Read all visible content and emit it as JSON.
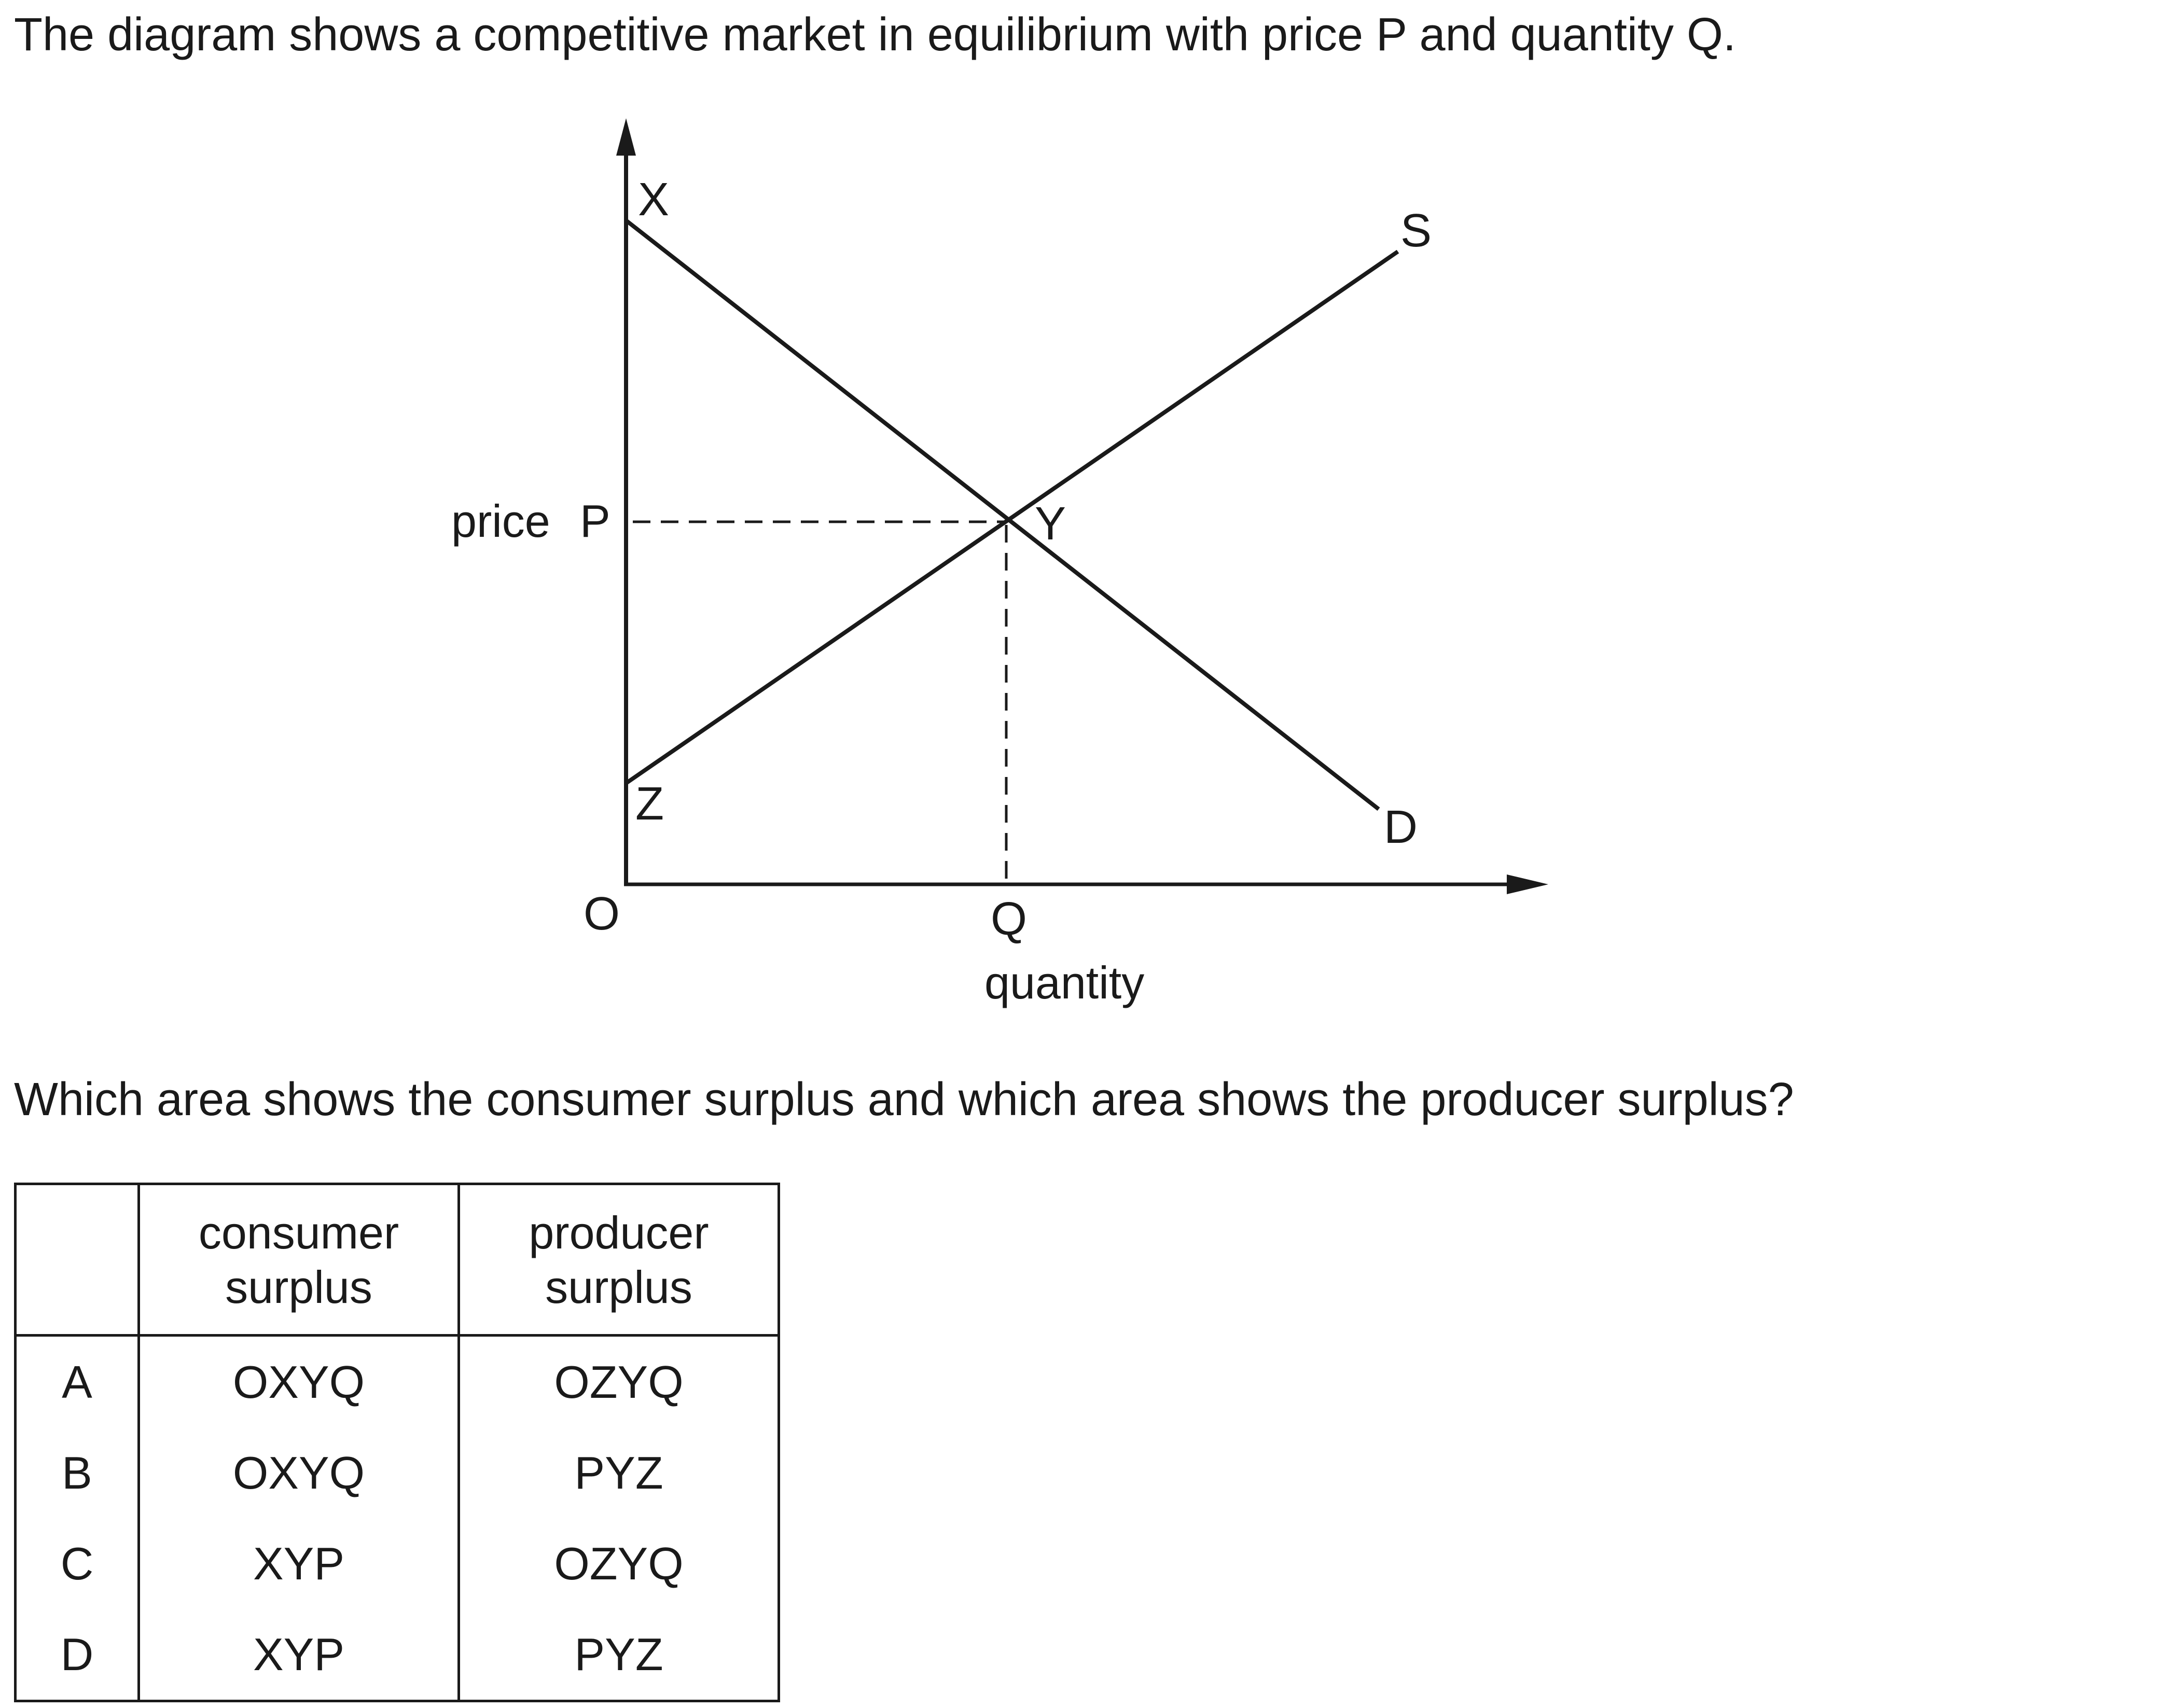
{
  "intro_text": "The diagram shows a competitive market in equilibrium with price P and quantity Q.",
  "diagram": {
    "labels": {
      "x_point": "X",
      "y_point": "Y",
      "z_point": "Z",
      "origin": "O",
      "supply": "S",
      "demand": "D",
      "price_axis": "price",
      "price_mark": "P",
      "quantity_mark": "Q",
      "quantity_axis": "quantity"
    }
  },
  "question_text": "Which area shows the consumer surplus and which area shows the producer surplus?",
  "table": {
    "headers": {
      "consumer_surplus": [
        "consumer",
        "surplus"
      ],
      "producer_surplus": [
        "producer",
        "surplus"
      ]
    },
    "rows": [
      {
        "letter": "A",
        "consumer": "OXYQ",
        "producer": "OZYQ"
      },
      {
        "letter": "B",
        "consumer": "OXYQ",
        "producer": "PYZ"
      },
      {
        "letter": "C",
        "consumer": "XYP",
        "producer": "OZYQ"
      },
      {
        "letter": "D",
        "consumer": "XYP",
        "producer": "PYZ"
      }
    ]
  }
}
